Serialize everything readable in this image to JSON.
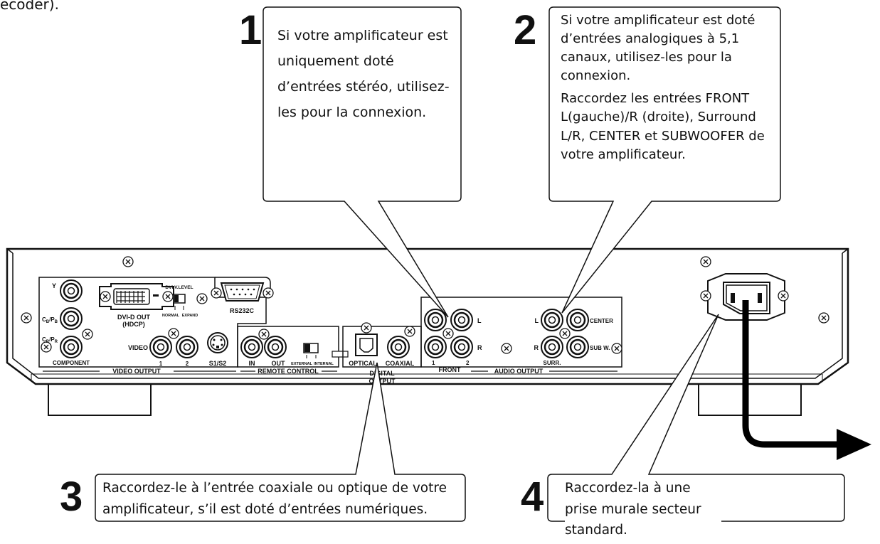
{
  "top_fragment": "ecoder).",
  "callouts": [
    {
      "number": "1",
      "paragraphs": [
        "Si votre amplificateur est uniquement doté d’entrées stéréo, utilisez-les pour la connexion."
      ]
    },
    {
      "number": "2",
      "paragraphs": [
        "Si votre amplificateur est doté d’entrées analogiques à 5,1 canaux, utilisez-les pour la connexion.",
        "Raccordez les entrées FRONT L(gauche)/R (droite), Surround L/R, CENTER et SUBWOOFER de votre amplificateur."
      ]
    },
    {
      "number": "3",
      "paragraphs": [
        "Raccordez-le à l’entrée coaxiale ou optique de votre amplificateur, s’il est doté d’entrées numériques."
      ]
    },
    {
      "number": "4",
      "paragraphs": [
        "Raccordez-la à une prise murale secteur standard."
      ]
    }
  ],
  "panel_labels": {
    "y": "Y",
    "cb": "CB/PB",
    "cr": "CR/PR",
    "component": "COMPONENT",
    "dvi_out": "DVI-D OUT",
    "hdcp": "(HDCP)",
    "dvi_level": "DVI V.LEVEL",
    "normal": "NORMAL",
    "expand": "EXPAND",
    "rs232c": "RS232C",
    "video": "VIDEO",
    "v1": "1",
    "v2": "2",
    "s1s2": "S1/S2",
    "video_output": "VIDEO OUTPUT",
    "in": "IN",
    "out": "OUT",
    "external": "EXTERNAL",
    "internal": "INTERNAL",
    "remote_control": "REMOTE CONTROL",
    "optical": "OPTICAL",
    "coaxial": "COAXIAL",
    "digital": "DIGITAL",
    "output": "OUTPUT",
    "l": "L",
    "r": "R",
    "f1": "1",
    "f2": "2",
    "front": "FRONT",
    "audio_output": "AUDIO OUTPUT",
    "al": "L",
    "ar": "R",
    "center": "CENTER",
    "subw": "SUB W.",
    "surr": "SURR."
  }
}
